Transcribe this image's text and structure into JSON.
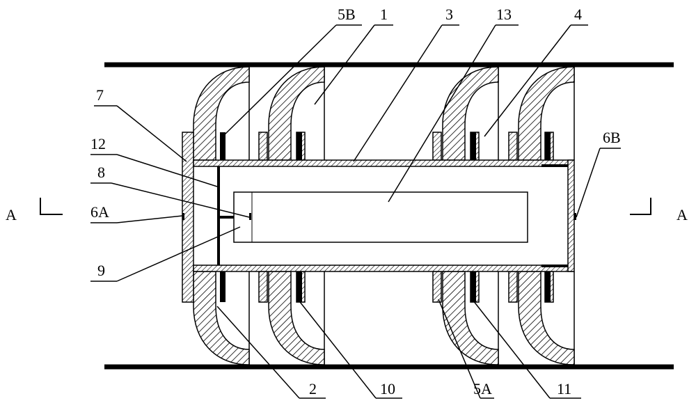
{
  "labels": {
    "l_5B": "5B",
    "l_1": "1",
    "l_3": "3",
    "l_13": "13",
    "l_4": "4",
    "l_7": "7",
    "l_12": "12",
    "l_8": "8",
    "l_6A": "6A",
    "l_9": "9",
    "l_6B": "6B",
    "l_2": "2",
    "l_10": "10",
    "l_5A": "5A",
    "l_11": "11",
    "section_left": "A",
    "section_right": "A"
  },
  "colors": {
    "line": "#000000",
    "background": "#ffffff"
  }
}
